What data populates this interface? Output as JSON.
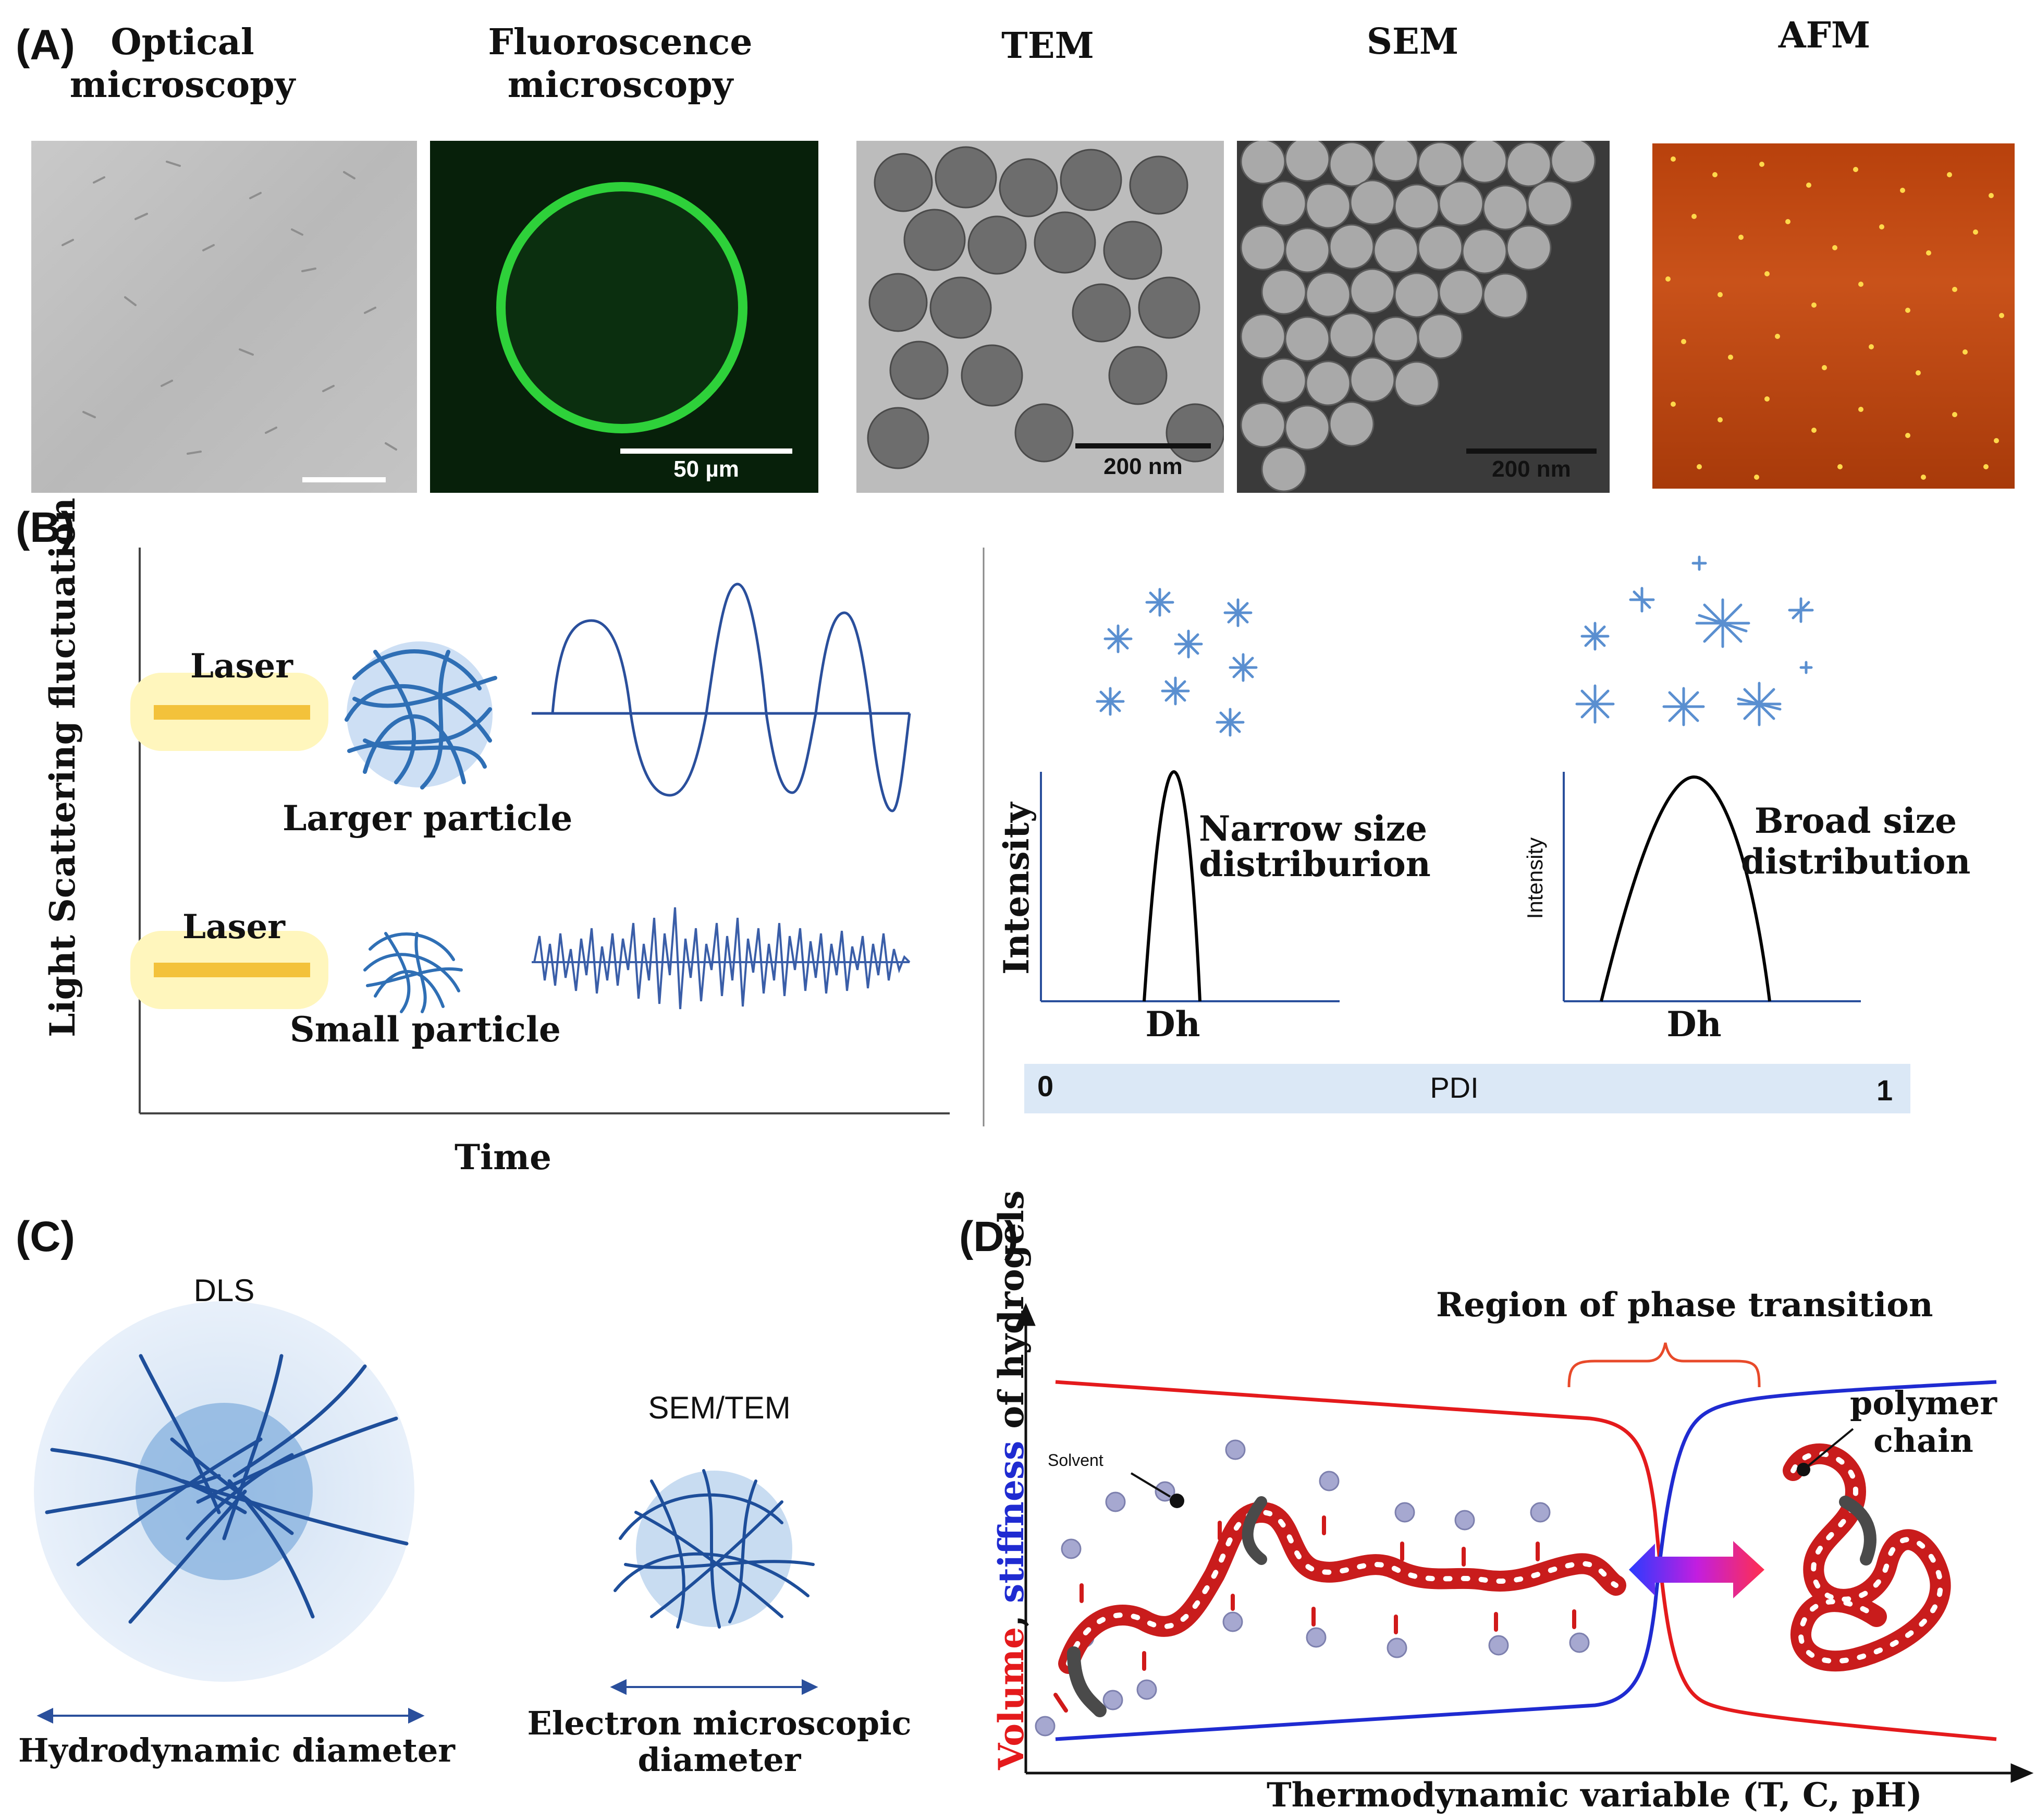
{
  "panel_a": {
    "letter": "(A)",
    "titles": {
      "optical": "Optical\nmicroscopy",
      "fluorescence": "Fluoroscence\nmicroscopy",
      "tem": "TEM",
      "sem": "SEM",
      "afm": "AFM"
    },
    "scales": {
      "fluorescence": "50 µm",
      "tem": "200 nm",
      "sem": "200 nm"
    }
  },
  "panel_b": {
    "letter": "(B)",
    "y_axis": "Light Scattering fluctuation",
    "x_axis": "Time",
    "laser_top": "Laser",
    "laser_bottom": "Laser",
    "larger_particle": "Larger particle",
    "small_particle": "Small particle",
    "narrow": {
      "ylabel": "Intensity",
      "xlabel": "Dh",
      "label": "Narrow size\ndistriburion"
    },
    "broad": {
      "ylabel": "Intensity",
      "xlabel": "Dh",
      "label": "Broad size\ndistribution"
    },
    "pdi": {
      "min": "0",
      "label": "PDI",
      "max": "1"
    }
  },
  "panel_c": {
    "letter": "(C)",
    "dls": "DLS",
    "semtem": "SEM/TEM",
    "hydro": "Hydrodynamic diameter",
    "electron": "Electron microscopic\ndiameter"
  },
  "panel_d": {
    "letter": "(D)",
    "region": "Region of phase transition",
    "solvent": "Solvent",
    "polymer": "polymer\nchain",
    "x_axis": "Thermodynamic variable (T, C, pH)",
    "y_axis_volume": "Volume",
    "y_axis_sep": ", ",
    "y_axis_stiffness": "stiffness",
    "y_axis_rest": " of hydrogels"
  },
  "colors": {
    "blue_axis": "#2a4f9c",
    "curve_red": "#e41a1c",
    "curve_blue": "#1f2bd1",
    "pdi_bar": "#dbe8f6",
    "afm": "#c2480e",
    "fluor_green": "#2ed13a"
  }
}
